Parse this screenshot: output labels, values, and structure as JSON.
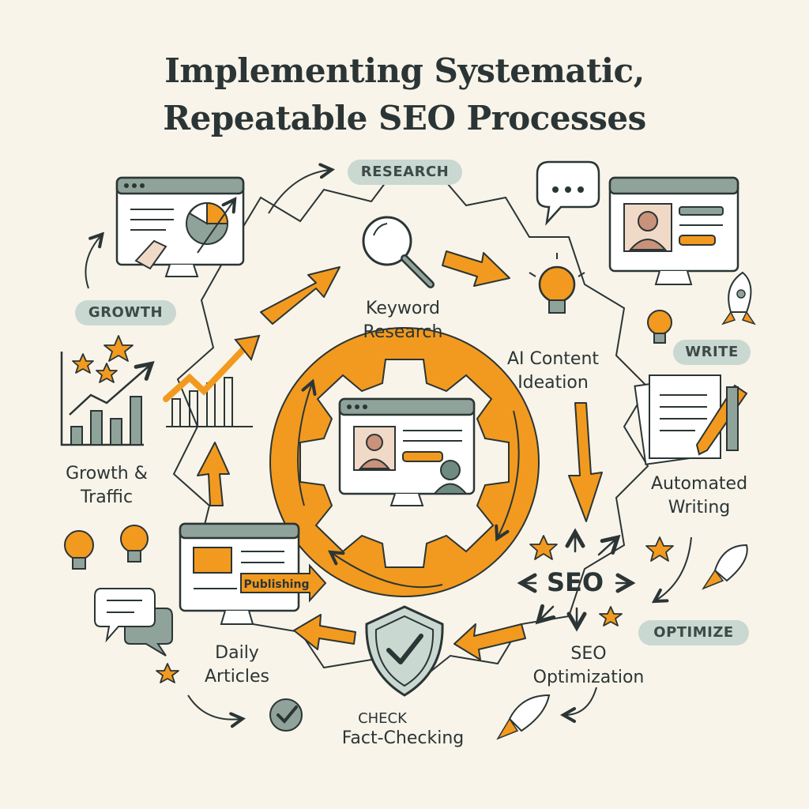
{
  "title": {
    "line1": "Implementing Systematic,",
    "line2": "Repeatable SEO Processes"
  },
  "tags": {
    "research": "RESEARCH",
    "growth": "GROWTH",
    "write": "WRITE",
    "optimize": "OPTIMIZE",
    "publishing": "Publishing",
    "seo": "SEO",
    "check": "CHECK"
  },
  "steps": {
    "keyword_research": [
      "Keyword",
      "Research"
    ],
    "ai_content_ideation": [
      "AI Content",
      "Ideation"
    ],
    "automated_writing": [
      "Automated",
      "Writing"
    ],
    "seo_optimization": [
      "SEO",
      "Optimization"
    ],
    "fact_checking": "Fact-Checking",
    "daily_articles": [
      "Daily",
      "Articles"
    ],
    "growth_traffic": [
      "Growth &",
      "Traffic"
    ]
  },
  "colors": {
    "accent": "#f29a1f",
    "ink": "#2b3535",
    "sage": "#8fa39a",
    "pill": "#c9d8d1",
    "background": "#f8f4ea",
    "skin": "#c9927a"
  }
}
